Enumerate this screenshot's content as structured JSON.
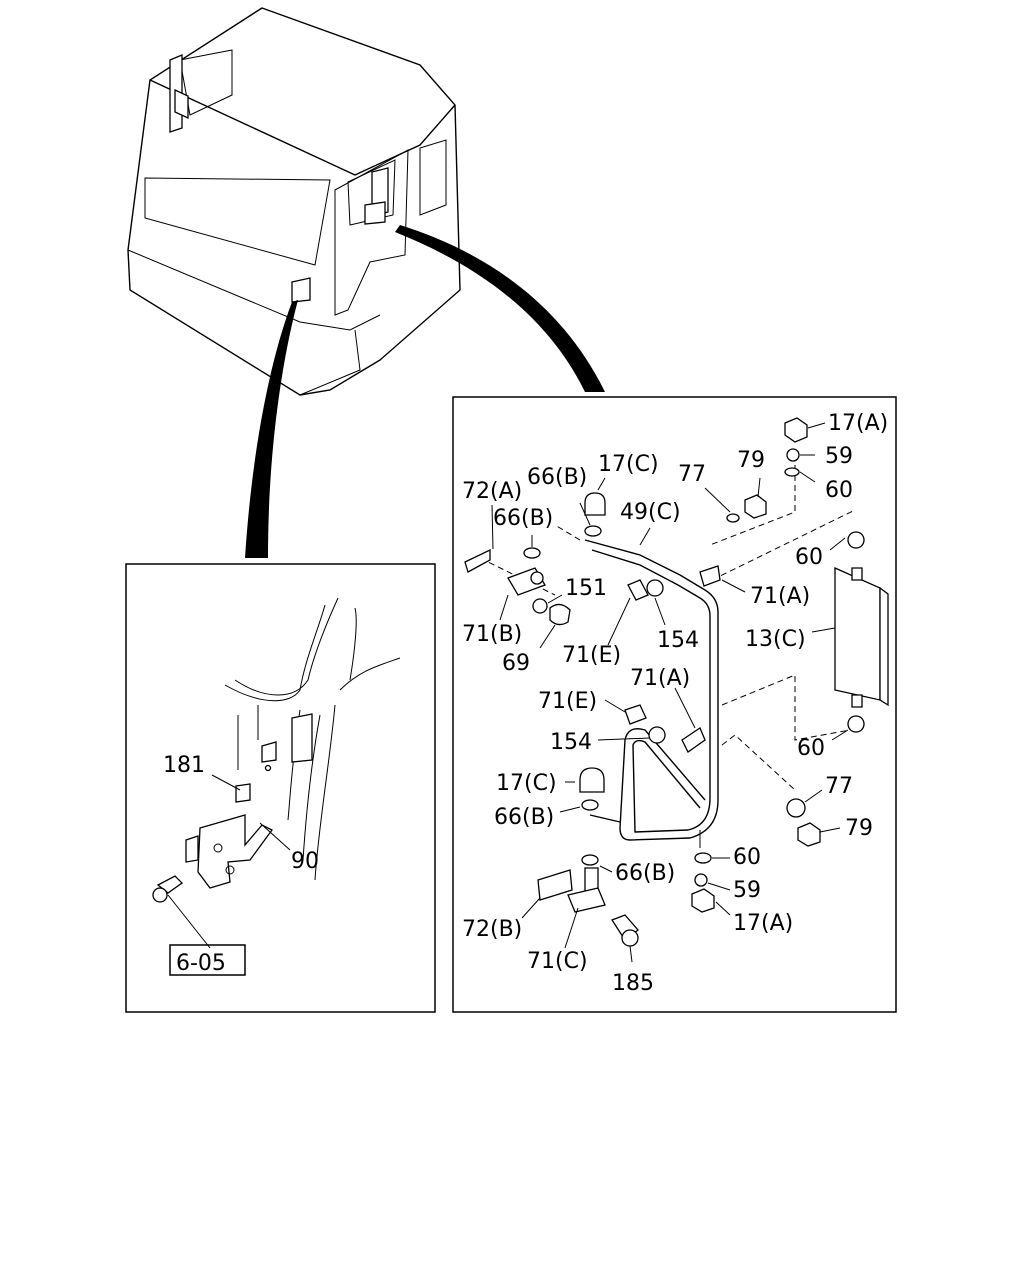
{
  "labels": {
    "l_17A_top": "17(A)",
    "l_59_top": "59",
    "l_60_top": "60",
    "l_79_top": "79",
    "l_77_top": "77",
    "l_17C_top": "17(C)",
    "l_66B_1": "66(B)",
    "l_72A": "72(A)",
    "l_66B_2": "66(B)",
    "l_49C": "49(C)",
    "l_60_mid": "60",
    "l_71A_top": "71(A)",
    "l_151": "151",
    "l_13C": "13(C)",
    "l_71B": "71(B)",
    "l_154_top": "154",
    "l_71E_top": "71(E)",
    "l_69": "69",
    "l_71A_mid": "71(A)",
    "l_71E_mid": "71(E)",
    "l_154_mid": "154",
    "l_60_low": "60",
    "l_17C_low": "17(C)",
    "l_77_low": "77",
    "l_66B_3": "66(B)",
    "l_79_low": "79",
    "l_60_bot": "60",
    "l_66B_4": "66(B)",
    "l_59_bot": "59",
    "l_17A_bot": "17(A)",
    "l_72B": "72(B)",
    "l_71C": "71(C)",
    "l_185": "185",
    "l_181": "181",
    "l_90": "90",
    "l_ref": "6-05"
  }
}
